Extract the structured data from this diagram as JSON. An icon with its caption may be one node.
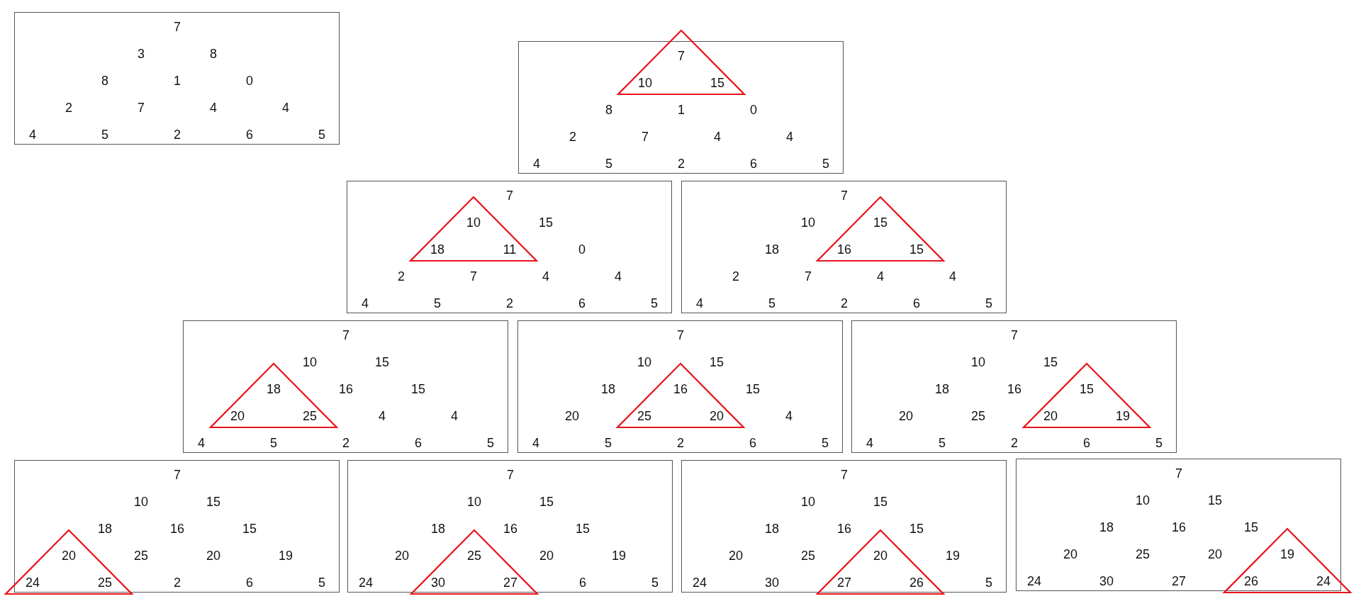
{
  "diagram": {
    "nodes": [
      {
        "text": [
          "7",
          "3",
          "8",
          "8",
          "1",
          "0",
          "2",
          "7",
          "4",
          "4",
          "4",
          "5",
          "2",
          "6",
          "5"
        ]
      },
      {
        "text": [
          "7",
          "10",
          "15",
          "8",
          "1",
          "0",
          "2",
          "7",
          "4",
          "4",
          "4",
          "5",
          "2",
          "6",
          "5"
        ]
      },
      {
        "text": [
          "7",
          "10",
          "15",
          "18",
          "11",
          "0",
          "2",
          "7",
          "4",
          "4",
          "4",
          "5",
          "2",
          "6",
          "5"
        ]
      },
      {
        "text": [
          "7",
          "10",
          "15",
          "18",
          "16",
          "15",
          "2",
          "7",
          "4",
          "4",
          "4",
          "5",
          "2",
          "6",
          "5"
        ]
      },
      {
        "text": [
          "7",
          "10",
          "15",
          "18",
          "16",
          "15",
          "20",
          "25",
          "4",
          "4",
          "4",
          "5",
          "2",
          "6",
          "5"
        ]
      },
      {
        "text": [
          "7",
          "10",
          "15",
          "18",
          "16",
          "15",
          "20",
          "25",
          "20",
          "4",
          "4",
          "5",
          "2",
          "6",
          "5"
        ]
      },
      {
        "text": [
          "7",
          "10",
          "15",
          "18",
          "16",
          "15",
          "20",
          "25",
          "20",
          "19",
          "4",
          "5",
          "2",
          "6",
          "5"
        ]
      },
      {
        "text": [
          "7",
          "10",
          "15",
          "18",
          "16",
          "15",
          "20",
          "25",
          "20",
          "19",
          "24",
          "25",
          "2",
          "6",
          "5"
        ]
      },
      {
        "text": [
          "7",
          "10",
          "15",
          "18",
          "16",
          "15",
          "20",
          "25",
          "20",
          "19",
          "24",
          "30",
          "27",
          "6",
          "5"
        ]
      },
      {
        "text": [
          "7",
          "10",
          "15",
          "18",
          "16",
          "15",
          "20",
          "25",
          "20",
          "19",
          "24",
          "30",
          "27",
          "26",
          "5"
        ]
      },
      {
        "text": [
          "7",
          "10",
          "15",
          "18",
          "16",
          "15",
          "20",
          "25",
          "20",
          "19",
          "24",
          "30",
          "27",
          "26",
          "24"
        ]
      }
    ]
  }
}
